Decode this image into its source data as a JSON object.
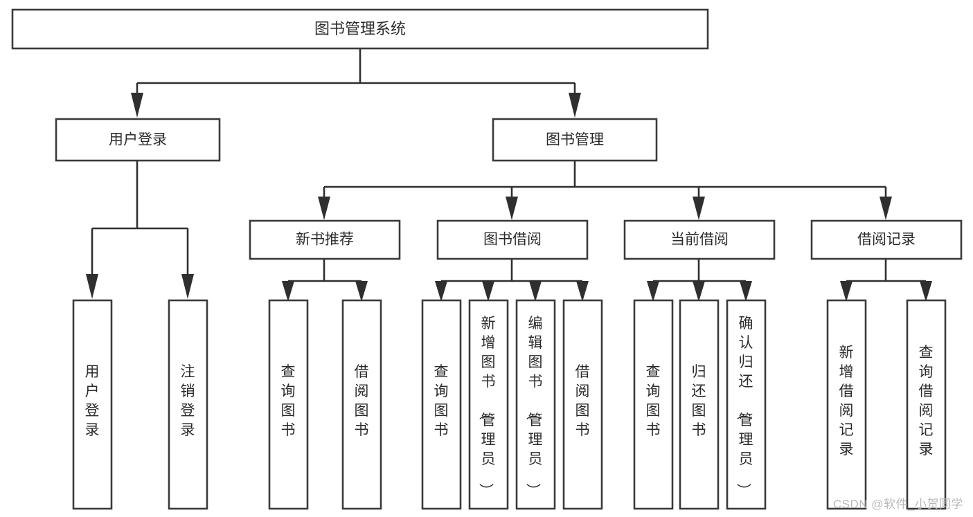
{
  "diagram": {
    "title": "图书管理系统",
    "watermark": "CSDN @软件_小贺同学",
    "colors": {
      "background": "#ffffff",
      "box_border": "#3a3a3a",
      "connector": "#2f2f2f",
      "text": "#2b2b2b",
      "watermark": "#b9b9b9"
    },
    "root": {
      "label": "图书管理系统"
    },
    "level2": [
      {
        "label": "用户登录"
      },
      {
        "label": "图书管理"
      }
    ],
    "level3": [
      {
        "label": "新书推荐"
      },
      {
        "label": "图书借阅"
      },
      {
        "label": "当前借阅"
      },
      {
        "label": "借阅记录"
      }
    ],
    "leaves": {
      "user_login": [
        {
          "label": "用户登录"
        },
        {
          "label": "注销登录"
        }
      ],
      "new_book_recommend": [
        {
          "label": "查询图书"
        },
        {
          "label": "借阅图书"
        }
      ],
      "book_borrow": [
        {
          "label": "查询图书"
        },
        {
          "label": "新增图书（管理员）"
        },
        {
          "label": "编辑图书（管理员）"
        },
        {
          "label": "借阅图书"
        }
      ],
      "current_borrow": [
        {
          "label": "查询图书"
        },
        {
          "label": "归还图书"
        },
        {
          "label": "确认归还（管理员）"
        }
      ],
      "borrow_record": [
        {
          "label": "新增借阅记录"
        },
        {
          "label": "查询借阅记录"
        }
      ]
    }
  }
}
